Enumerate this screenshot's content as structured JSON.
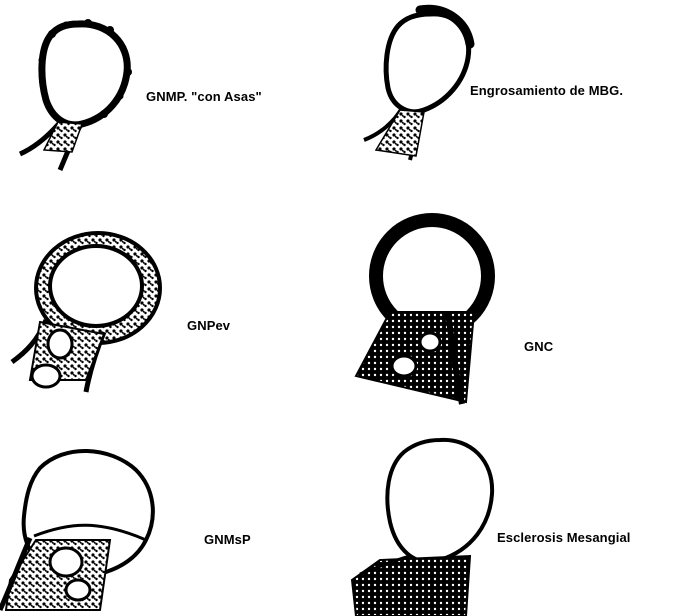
{
  "figure": {
    "panels": [
      {
        "id": "gnmp-con-asas",
        "label": "GNMP. \"con Asas\""
      },
      {
        "id": "engrosamiento-mbg",
        "label": "Engrosamiento de MBG."
      },
      {
        "id": "gnpev",
        "label": "GNPev"
      },
      {
        "id": "gnc",
        "label": "GNC"
      },
      {
        "id": "gnmsp",
        "label": "GNMsP"
      },
      {
        "id": "esclerosis-mesangial",
        "label": "Esclerosis Mesangial"
      }
    ]
  },
  "colors": {
    "ink": "#000000",
    "paper": "#ffffff"
  }
}
